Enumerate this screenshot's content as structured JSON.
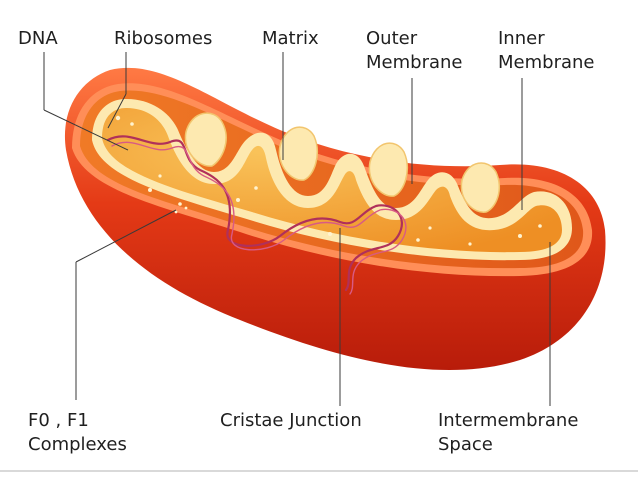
{
  "labels": {
    "dna": "DNA",
    "ribosomes": "Ribosomes",
    "matrix": "Matrix",
    "outer_membrane": [
      "Outer",
      "Membrane"
    ],
    "inner_membrane": [
      "Inner",
      "Membrane"
    ],
    "f0_f1": [
      "F0 , F1",
      "Complexes"
    ],
    "cristae_junction": "Cristae Junction",
    "intermembrane_space": [
      "Intermembrane",
      "Space"
    ]
  },
  "colors": {
    "outer_shell": "#d42a10",
    "shell_highlight": "#ff6a3a",
    "intermembrane": "#e8641c",
    "inner_membrane": "#fde7a8",
    "matrix": "#f3a02c",
    "matrix_light": "#f7b748",
    "dna": "#b0305a",
    "leader_line": "#3a3a3a"
  }
}
